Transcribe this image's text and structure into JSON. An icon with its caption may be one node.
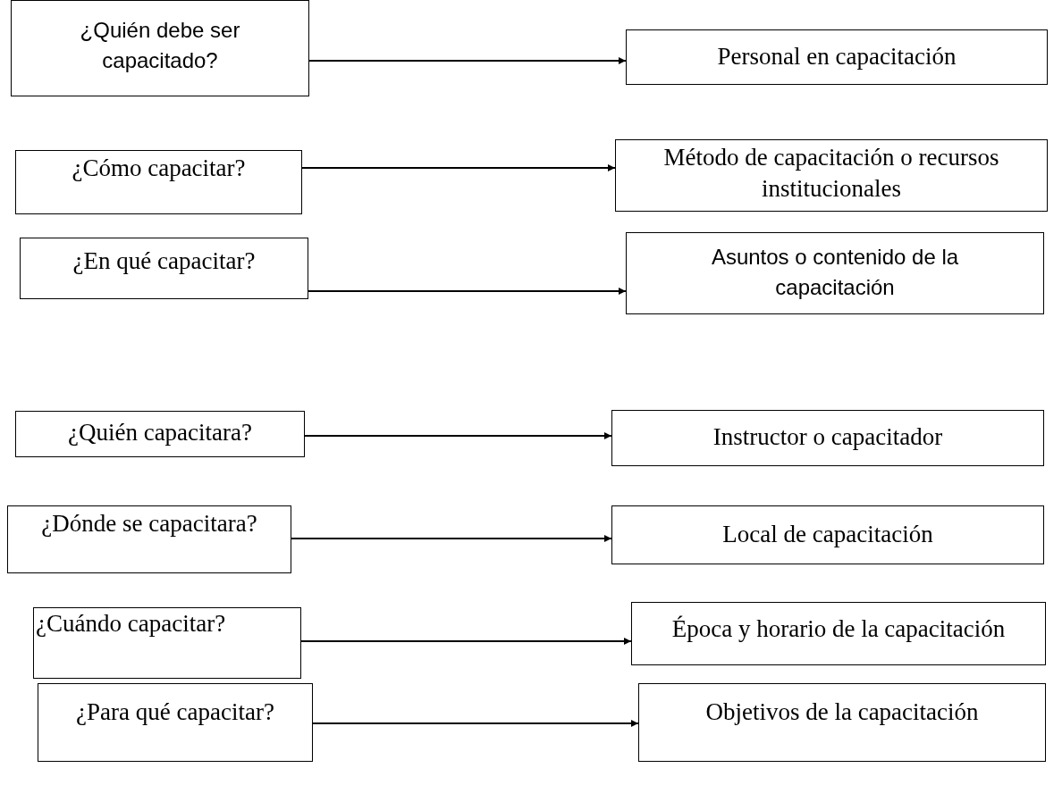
{
  "diagram": {
    "nodes": [
      {
        "text": [
          "¿Quién debe ser capacitado?"
        ]
      },
      {
        "text": [
          "Personal en capacitación"
        ]
      },
      {
        "text": [
          "¿Cómo capacitar?"
        ]
      },
      {
        "text": [
          "Método de capacitación o recursos institucionales"
        ]
      },
      {
        "text": [
          "¿En qué capacitar?"
        ]
      },
      {
        "text": [
          "Asuntos o contenido de la capacitación"
        ]
      },
      {
        "text": [
          "¿Quién capacitara?"
        ]
      },
      {
        "text": [
          "Instructor o capacitador"
        ]
      },
      {
        "text": [
          "¿Dónde se capacitara?"
        ]
      },
      {
        "text": [
          "Local de capacitación"
        ]
      },
      {
        "text": [
          "¿Cuándo capacitar?"
        ]
      },
      {
        "text": [
          "Época y horario de la capacitación"
        ]
      },
      {
        "text": [
          "¿Para qué capacitar?"
        ]
      },
      {
        "text": [
          "Objetivos de la capacitación"
        ]
      }
    ],
    "edges": [
      {
        "from": 0,
        "to": 1,
        "arrow": "to"
      },
      {
        "from": 2,
        "to": 3,
        "arrow": "to"
      },
      {
        "from": 4,
        "to": 5,
        "arrow": "to"
      },
      {
        "from": 6,
        "to": 7,
        "arrow": "to"
      },
      {
        "from": 8,
        "to": 9,
        "arrow": "to"
      },
      {
        "from": 10,
        "to": 11,
        "arrow": "to"
      },
      {
        "from": 12,
        "to": 13,
        "arrow": "to"
      }
    ]
  }
}
